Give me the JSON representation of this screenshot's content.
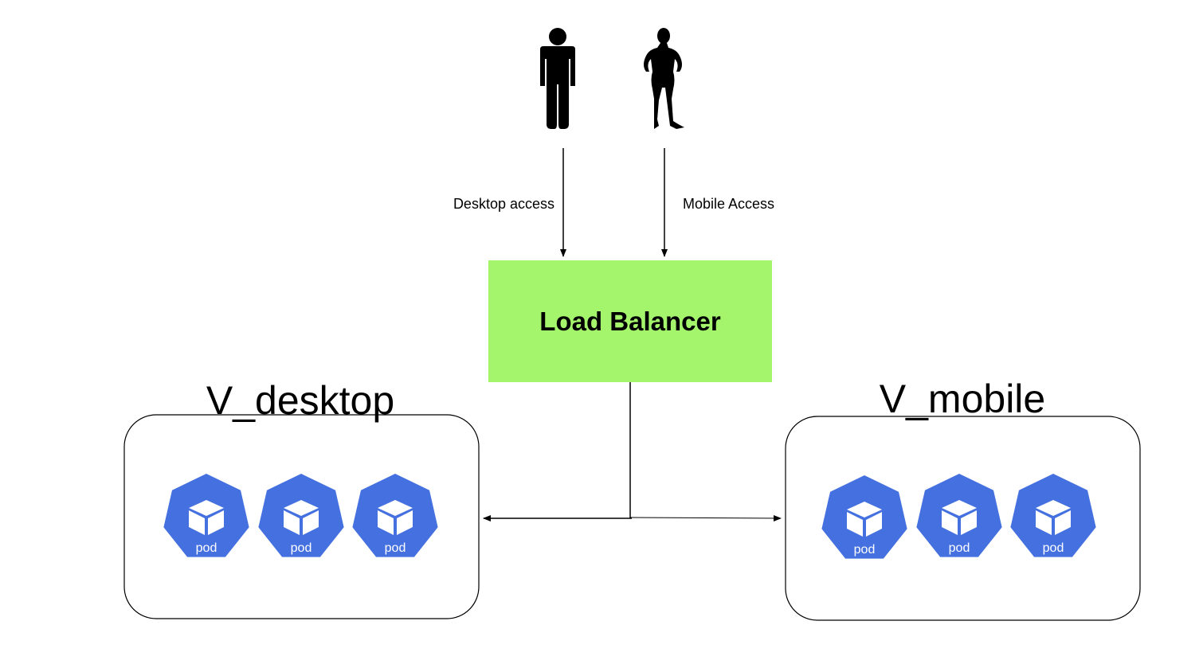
{
  "actors": [
    {
      "id": "desktop-user",
      "icon": "man-silhouette-icon"
    },
    {
      "id": "mobile-user",
      "icon": "woman-silhouette-icon"
    }
  ],
  "edges": {
    "desktop_access": "Desktop access",
    "mobile_access": "Mobile Access"
  },
  "load_balancer": {
    "label": "Load Balancer",
    "color": "#a4f56c"
  },
  "groups": [
    {
      "id": "v-desktop",
      "title": "V_desktop",
      "pods": [
        "pod",
        "pod",
        "pod"
      ]
    },
    {
      "id": "v-mobile",
      "title": "V_mobile",
      "pods": [
        "pod",
        "pod",
        "pod"
      ]
    }
  ],
  "pod_color": "#4470e0",
  "pod_icon": "cube-icon"
}
